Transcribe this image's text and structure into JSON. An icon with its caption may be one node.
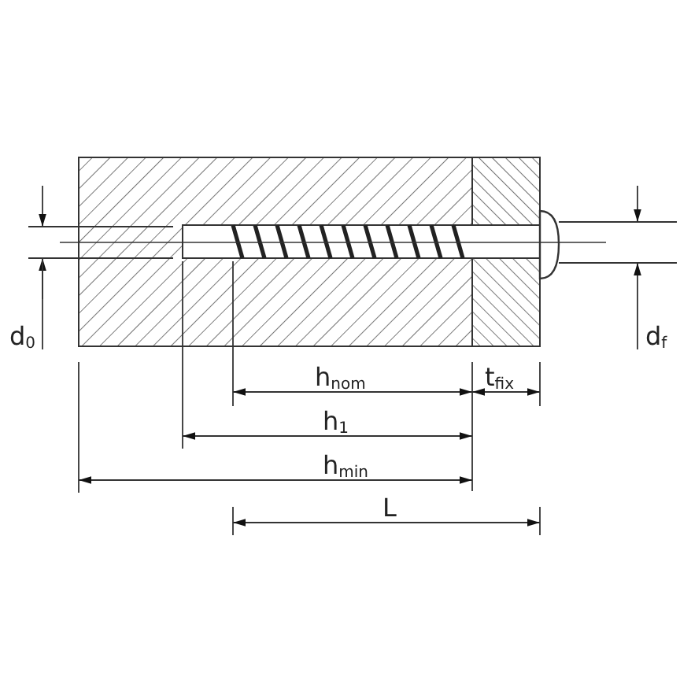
{
  "diagram": {
    "labels": [
      "d$_{0}$",
      "d$_{f}$",
      "h$_{nom}$",
      "t$_{fix}$",
      "h$_{1}$",
      "h$_{min}$",
      "L"
    ]
  }
}
